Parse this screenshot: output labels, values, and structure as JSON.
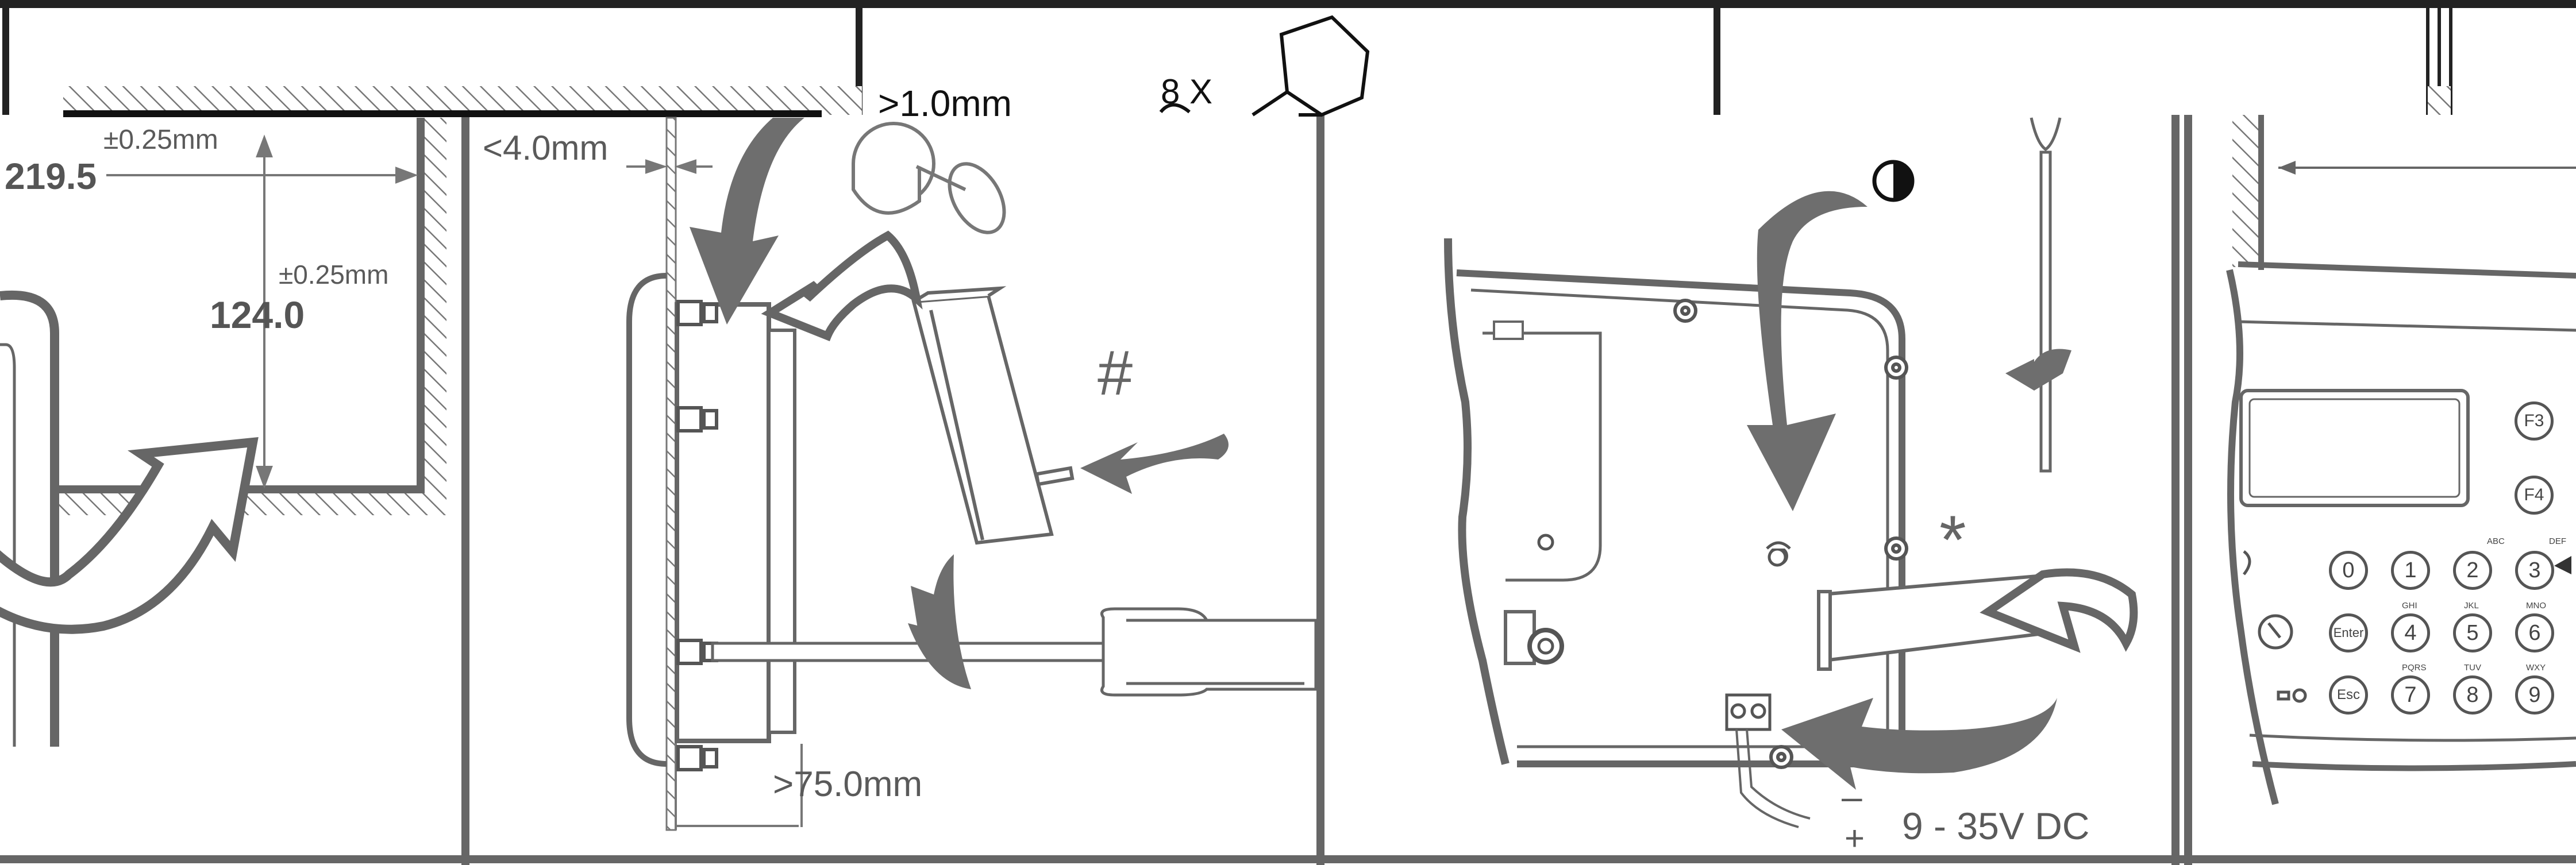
{
  "colors": {
    "line": "#666666",
    "arrow": "#6e6e6e",
    "text": "#5a5a5a",
    "text_dark": "#111111",
    "background": "#ffffff"
  },
  "panel_cutout": {
    "tolerance_width": "±0.25mm",
    "width": "219.5",
    "tolerance_height": "±0.25mm",
    "height": "124.0"
  },
  "panel_mounting": {
    "clearance_label": "<4.0mm",
    "thickness_label": ">1.0mm",
    "screw_count_label": "8 X",
    "depth_label": ">75.0mm",
    "hash_symbol": "#"
  },
  "wiring": {
    "asterisk_symbol": "*",
    "minus_symbol": "–",
    "plus_symbol": "+",
    "voltage_label": "9 - 35V DC"
  },
  "keypad": {
    "function_keys": [
      "F3",
      "F4"
    ],
    "number_keys": [
      "0",
      "1",
      "2",
      "3",
      "4",
      "5",
      "6",
      "7",
      "8",
      "9"
    ],
    "letter_groups": [
      "ABC",
      "DEF",
      "GHI",
      "JKL",
      "MNO",
      "PQRS",
      "TUV",
      "WXY"
    ],
    "enter_label": "Enter",
    "esc_label": "Esc"
  }
}
